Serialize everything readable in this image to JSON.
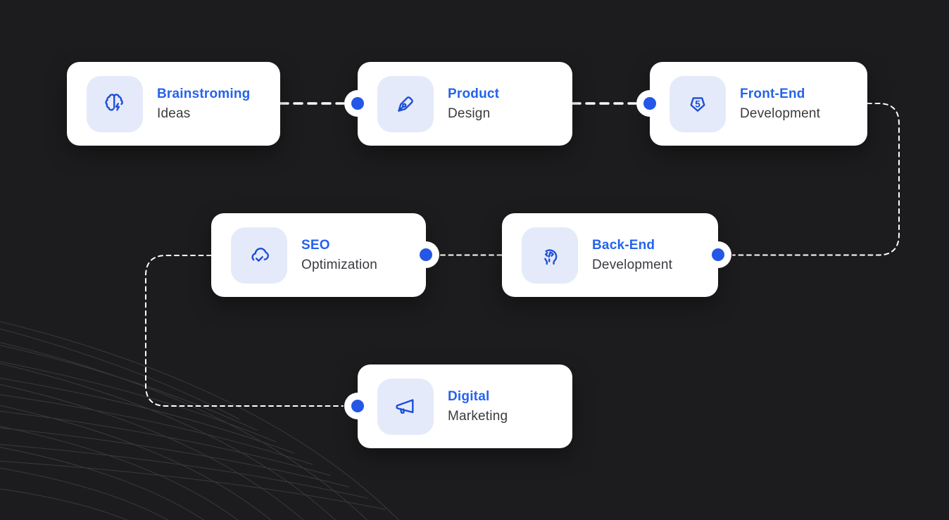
{
  "page": {
    "type": "workflow-diagram"
  },
  "colors": {
    "background": "#1c1c1e",
    "card_bg": "#ffffff",
    "icon_tile_bg": "#e5eafa",
    "title_blue": "#2563eb",
    "icon_blue": "#1d4ed8",
    "subtitle_text": "#3a3a40",
    "connector_dash": "#ffffff",
    "connector_dot": "#2457e6",
    "decor_lines": "#3a3a3c"
  },
  "nodes": [
    {
      "title": "Brainstroming",
      "subtitle": "Ideas",
      "icon": "brain-icon"
    },
    {
      "title": "Product",
      "subtitle": "Design",
      "icon": "pen-nib-icon"
    },
    {
      "title": "Front-End",
      "subtitle": "Development",
      "icon": "pentagon-5-icon"
    },
    {
      "title": "SEO",
      "subtitle": "Optimization",
      "icon": "cloud-check-icon"
    },
    {
      "title": "Back-End",
      "subtitle": "Development",
      "icon": "head-code-icon"
    },
    {
      "title": "Digital",
      "subtitle": "Marketing",
      "icon": "megaphone-icon"
    }
  ],
  "connections": [
    {
      "from": "Brainstroming Ideas",
      "to": "Product Design"
    },
    {
      "from": "Product Design",
      "to": "Front-End Development"
    },
    {
      "from": "Front-End Development",
      "to": "Back-End Development"
    },
    {
      "from": "Back-End Development",
      "to": "SEO Optimization"
    },
    {
      "from": "SEO Optimization",
      "to": "Digital Marketing"
    }
  ]
}
